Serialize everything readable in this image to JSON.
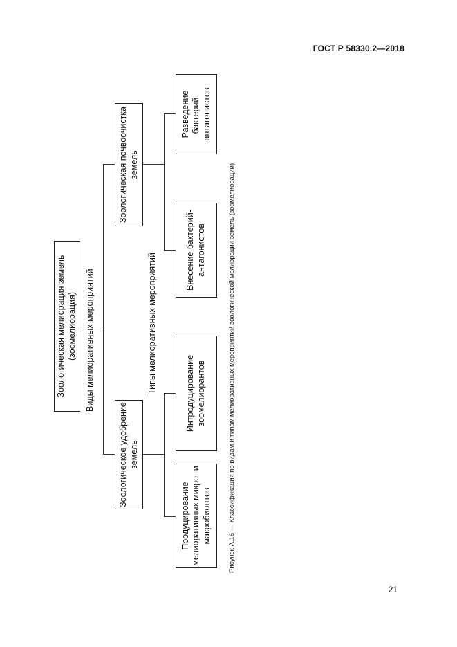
{
  "header": {
    "doc_code": "ГОСТ Р 58330.2—2018"
  },
  "diagram": {
    "root": "Зоологическая мелиорация земель (зоомелиорация)",
    "level1_label": "Виды мелиоративных мероприятий",
    "level2_label": "Типы мелиоративных мероприятий",
    "kinds": [
      {
        "label": "Зоологическое удобрение земель",
        "types": [
          "Продуцирование мелиоративных микро- и макробионтов",
          "Интродуцирование зоомелиорантов"
        ]
      },
      {
        "label": "Зоологическая почвоочистка земель",
        "types": [
          "Внесение бактерий-антагонистов",
          "Разведение бактерий-антагонистов"
        ]
      }
    ],
    "caption": "Рисунок А.16 — Классификация по видам и типам мелиоративных мероприятий зоологической мелиорации земель (зоомелиорации)"
  },
  "footer": {
    "page_number": "21"
  }
}
